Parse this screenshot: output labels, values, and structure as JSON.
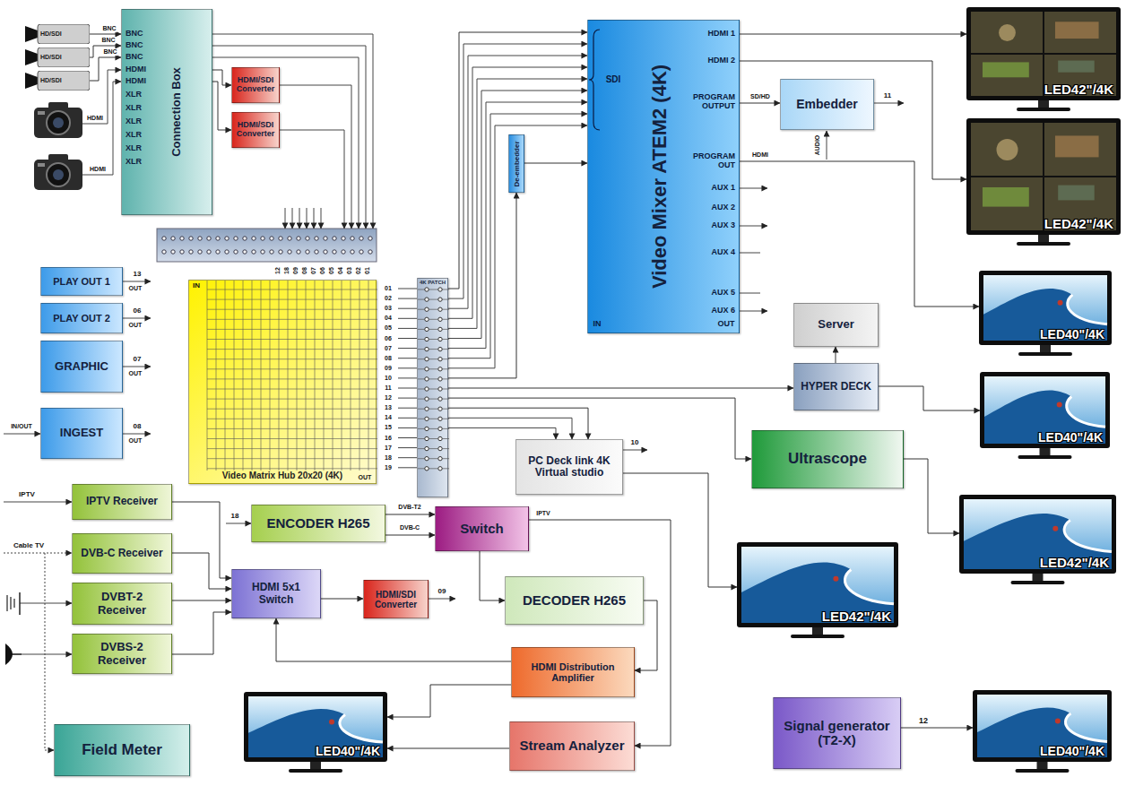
{
  "diagram": {
    "nodes": [
      {
        "text": [
          "HD/SDI"
        ]
      },
      {
        "text": [
          "HD/SDI"
        ]
      },
      {
        "text": [
          "HD/SDI"
        ]
      },
      {
        "text": [
          "Connection Box"
        ]
      },
      {
        "text": [
          "HDMI/SDI Converter"
        ]
      },
      {
        "text": [
          "HDMI/SDI Converter"
        ]
      },
      {
        "text": [
          "De-embedder"
        ]
      },
      {
        "text": [
          "Video Mixer ATEM2 (4K)"
        ]
      },
      {
        "text": [
          "Embedder"
        ]
      },
      {
        "text": [
          "LED42\"/4K"
        ]
      },
      {
        "text": [
          "LED42\"/4K"
        ]
      },
      {
        "text": [
          "PLAY OUT 1"
        ]
      },
      {
        "text": [
          "PLAY OUT 2"
        ]
      },
      {
        "text": [
          "GRAPHIC"
        ]
      },
      {
        "text": [
          "INGEST"
        ]
      },
      {
        "text": [
          "Video Matrix Hub 20x20 (4K)"
        ]
      },
      {
        "text": [
          "4K PATCH"
        ]
      },
      {
        "text": [
          "LED40\"/4K"
        ]
      },
      {
        "text": [
          "Server"
        ]
      },
      {
        "text": [
          "HYPER DECK"
        ]
      },
      {
        "text": [
          "LED40\"/4K"
        ]
      },
      {
        "text": [
          "PC Deck link 4K Virtual studio"
        ]
      },
      {
        "text": [
          "Ultrascope"
        ]
      },
      {
        "text": [
          "LED42\"/4K"
        ]
      },
      {
        "text": [
          "IPTV Receiver"
        ]
      },
      {
        "text": [
          "ENCODER H265"
        ]
      },
      {
        "text": [
          "Switch"
        ]
      },
      {
        "text": [
          "DVB-C Receiver"
        ]
      },
      {
        "text": [
          "HDMI 5x1 Switch"
        ]
      },
      {
        "text": [
          "HDMI/SDI Converter"
        ]
      },
      {
        "text": [
          "DECODER H265"
        ]
      },
      {
        "text": [
          "DVBT-2 Receiver"
        ]
      },
      {
        "text": [
          "DVBS-2 Receiver"
        ]
      },
      {
        "text": [
          "LED42\"/4K"
        ]
      },
      {
        "text": [
          "HDMI Distribution Amplifier"
        ]
      },
      {
        "text": [
          "Stream Analyzer"
        ]
      },
      {
        "text": [
          "LED40\"/4K"
        ]
      },
      {
        "text": [
          "Field Meter"
        ]
      },
      {
        "text": [
          "Signal generator (T2-X)"
        ]
      },
      {
        "text": [
          "LED40\"/4K"
        ]
      }
    ],
    "edges": [
      {
        "from": 0,
        "to": 3,
        "arrow": "to",
        "label": "BNC"
      },
      {
        "from": 1,
        "to": 3,
        "arrow": "to",
        "label": "BNC"
      },
      {
        "from": 2,
        "to": 3,
        "arrow": "to",
        "label": "BNC"
      },
      {
        "from": 3,
        "to": 4,
        "arrow": "to"
      },
      {
        "from": 3,
        "to": 5,
        "arrow": "to"
      },
      {
        "from": 16,
        "to": 7,
        "arrow": "to"
      },
      {
        "from": 16,
        "to": 6,
        "arrow": "to"
      },
      {
        "from": 6,
        "to": 7,
        "arrow": "to"
      },
      {
        "from": 7,
        "to": 9,
        "arrow": "to"
      },
      {
        "from": 7,
        "to": 10,
        "arrow": "to"
      },
      {
        "from": 7,
        "to": 8,
        "arrow": "to",
        "label": "SD/HD"
      },
      {
        "from": 7,
        "to": 17,
        "arrow": "to",
        "label": "HDMI"
      },
      {
        "from": 16,
        "to": 19,
        "arrow": "to"
      },
      {
        "from": 19,
        "to": 18,
        "arrow": "to"
      },
      {
        "from": 19,
        "to": 20,
        "arrow": "to"
      },
      {
        "from": 16,
        "to": 22,
        "arrow": "to"
      },
      {
        "from": 22,
        "to": 23,
        "arrow": "to"
      },
      {
        "from": 16,
        "to": 21,
        "arrow": "to"
      },
      {
        "from": 21,
        "to": 33,
        "arrow": "to"
      },
      {
        "from": 24,
        "to": 28,
        "arrow": "to"
      },
      {
        "from": 27,
        "to": 28,
        "arrow": "to"
      },
      {
        "from": 31,
        "to": 28,
        "arrow": "to"
      },
      {
        "from": 32,
        "to": 28,
        "arrow": "to"
      },
      {
        "from": 28,
        "to": 29,
        "arrow": "to"
      },
      {
        "from": 25,
        "to": 26,
        "arrow": "to",
        "label": "DVB-T2"
      },
      {
        "from": 25,
        "to": 26,
        "arrow": "to",
        "label": "DVB-C"
      },
      {
        "from": 26,
        "to": 30,
        "arrow": "to"
      },
      {
        "from": 26,
        "to": 35,
        "arrow": "to",
        "label": "IPTV"
      },
      {
        "from": 30,
        "to": 34,
        "arrow": "to"
      },
      {
        "from": 34,
        "to": 28,
        "arrow": "to"
      },
      {
        "from": 34,
        "to": 36,
        "arrow": "to"
      },
      {
        "from": 35,
        "to": 36,
        "arrow": "to"
      },
      {
        "from": 38,
        "to": 39,
        "arrow": "to",
        "label": "12"
      }
    ],
    "labels": [
      "BNC",
      "BNC",
      "BNC",
      "HDMI",
      "HDMI",
      "XLR",
      "XLR",
      "XLR",
      "XLR",
      "XLR",
      "XLR",
      "HDMI",
      "HDMI",
      "12",
      "18",
      "09",
      "08",
      "07",
      "06",
      "05",
      "04",
      "03",
      "02",
      "01",
      "IN",
      "OUT",
      "01",
      "02",
      "03",
      "04",
      "05",
      "06",
      "07",
      "08",
      "09",
      "10",
      "11",
      "12",
      "13",
      "14",
      "15",
      "16",
      "17",
      "18",
      "19",
      "13",
      "OUT",
      "06",
      "OUT",
      "07",
      "OUT",
      "08",
      "OUT",
      "IN/OUT",
      "SDI",
      "IN",
      "OUT",
      "HDMI 1",
      "HDMI 2",
      "PROGRAM OUTPUT",
      "PROGRAM OUT",
      "AUX 1",
      "AUX 2",
      "AUX 3",
      "AUX 4",
      "AUX 5",
      "AUX 6",
      "11",
      "AUDIO",
      "10",
      "IPTV",
      "Cable TV",
      "18",
      "09"
    ]
  }
}
